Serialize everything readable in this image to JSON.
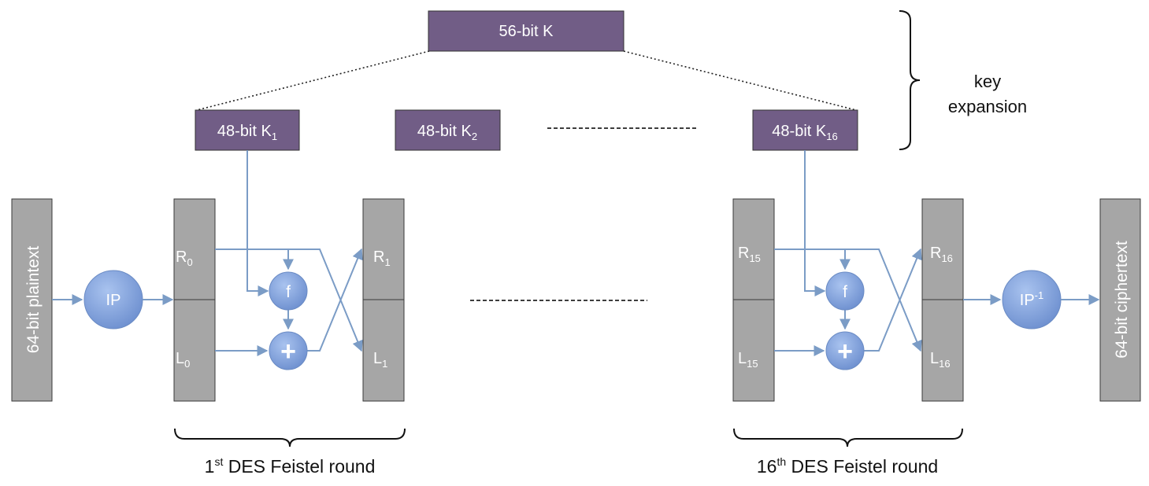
{
  "colors": {
    "key_box": "#715d86",
    "register_box": "#a6a6a6",
    "register_border": "#3a3a3a",
    "node": "#7f9fd8",
    "arrow": "#7b9cc6",
    "text_white": "#ffffff",
    "text_dark": "#111111"
  },
  "key_schedule": {
    "master": "56-bit K",
    "subkey_prefix": "48-bit K",
    "subkeys": [
      "1",
      "2",
      "16"
    ],
    "brace_label_line1": "key",
    "brace_label_line2": "expansion"
  },
  "input_block": "64-bit plaintext",
  "output_block": "64-bit ciphertext",
  "ip_label": "IP",
  "ip_inv_base": "IP",
  "ip_inv_exp": "-1",
  "f_label": "f",
  "xor_label": "+",
  "rounds": [
    {
      "r_in": "R",
      "r_in_sub": "0",
      "l_in": "L",
      "l_in_sub": "0",
      "r_out": "R",
      "r_out_sub": "1",
      "l_out": "L",
      "l_out_sub": "1",
      "caption_pre": "1",
      "caption_sup": "st",
      "caption_post": " DES Feistel round"
    },
    {
      "r_in": "R",
      "r_in_sub": "15",
      "l_in": "L",
      "l_in_sub": "15",
      "r_out": "R",
      "r_out_sub": "16",
      "l_out": "L",
      "l_out_sub": "16",
      "caption_pre": "16",
      "caption_sup": "th",
      "caption_post": " DES Feistel round"
    }
  ]
}
